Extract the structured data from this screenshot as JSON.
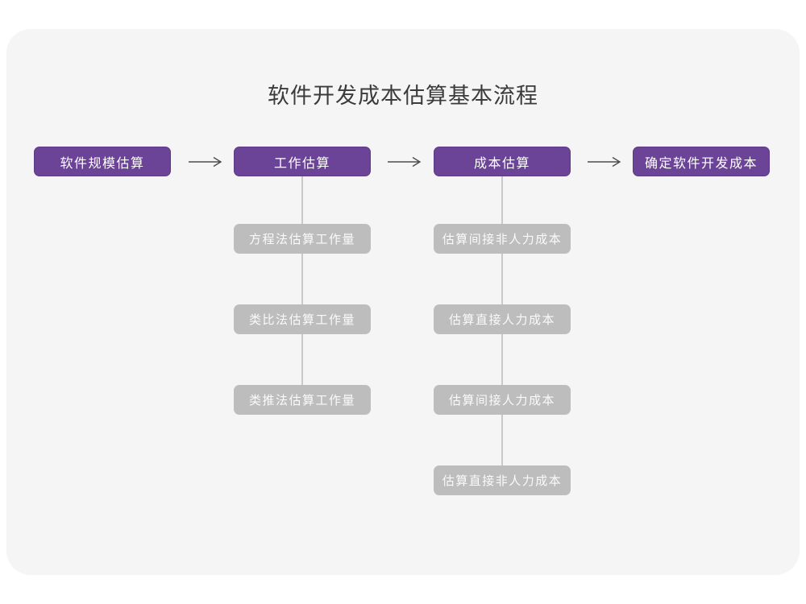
{
  "page": {
    "title": "软件开发成本估算基本流程"
  },
  "colors": {
    "canvas_bg": "#ffffff",
    "card_bg": "#f5f5f6",
    "primary_node": "#6b4397",
    "child_node": "#bdbdbd",
    "node_text": "#ffffff",
    "title_text": "#3b3b3b",
    "arrow": "#4d4d4d",
    "connector": "#c9c9c9"
  },
  "icons": {
    "flow_arrow": "arrow-right"
  },
  "flow": {
    "main_nodes": [
      {
        "label": "软件规模估算"
      },
      {
        "label": "工作估算"
      },
      {
        "label": "成本估算"
      },
      {
        "label": "确定软件开发成本"
      }
    ],
    "work_estimation_children": [
      {
        "label": "方程法估算工作量"
      },
      {
        "label": "类比法估算工作量"
      },
      {
        "label": "类推法估算工作量"
      }
    ],
    "cost_estimation_children": [
      {
        "label": "估算间接非人力成本"
      },
      {
        "label": "估算直接人力成本"
      },
      {
        "label": "估算间接人力成本"
      },
      {
        "label": "估算直接非人力成本"
      }
    ]
  }
}
